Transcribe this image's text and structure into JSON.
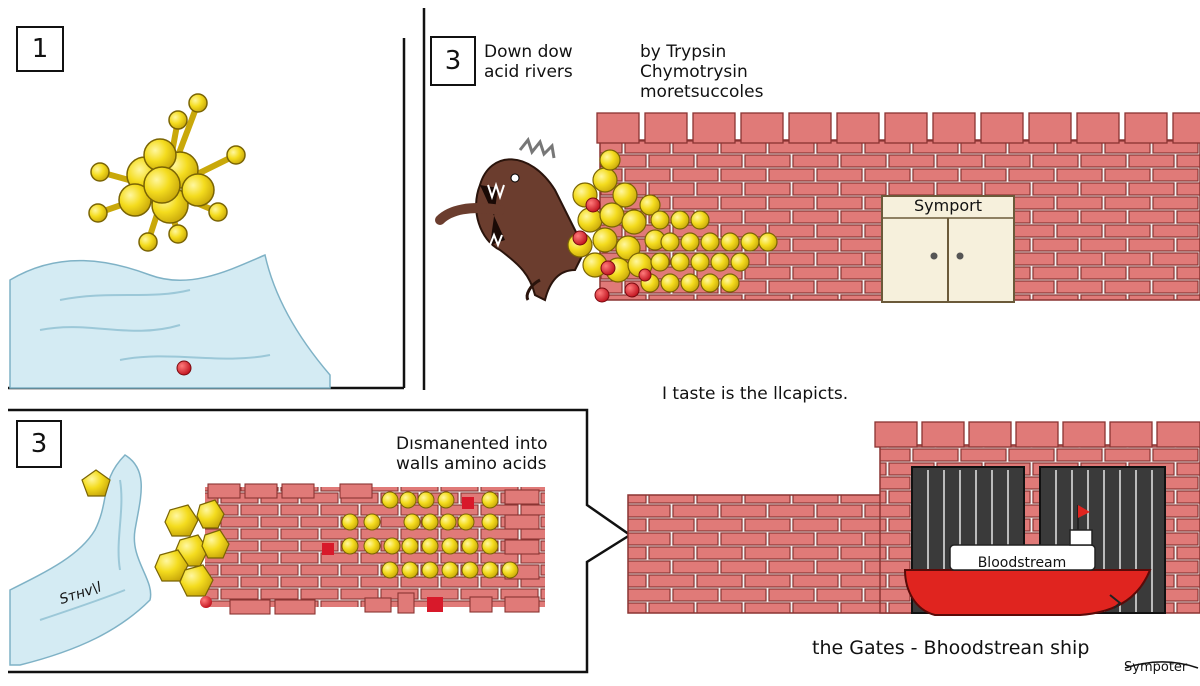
{
  "panel1": {
    "number": "1"
  },
  "panel2": {
    "number": "3",
    "caption_left": "Down dow\nacid rivers",
    "caption_right": "by Trypsin\nChymotrysin\nmoretsuccoles",
    "door_sign": "Symport"
  },
  "panel3": {
    "number": "3",
    "caption": "Dısmanented into\nwalls amino acids",
    "river_label": "Sтнv\\l"
  },
  "panel4": {
    "caption_top": "I taste is the llcapicts.",
    "ship_name": "Bloodstream",
    "caption_bottom": "the Gates - Bhoodstrean ship",
    "corner_label": "Sympoter"
  },
  "colors": {
    "brick": "#e07a78",
    "brick_dark": "#c2504f",
    "yellow": "#f4dc1e",
    "red_ball": "#d8192a",
    "water": "#d4ebf3",
    "ship_red": "#e0241f",
    "door": "#f6f0dc",
    "monster": "#6b3d2e"
  }
}
